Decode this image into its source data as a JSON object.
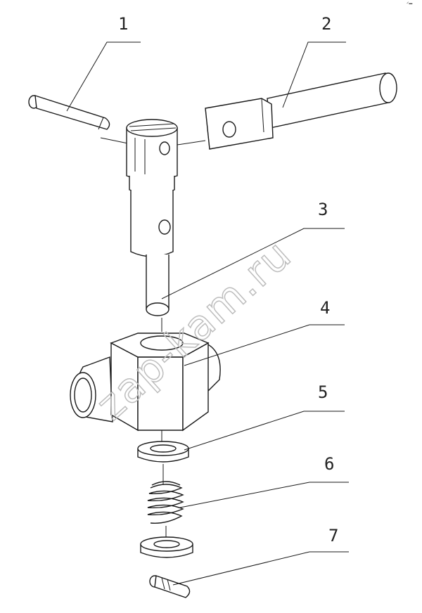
{
  "diagram": {
    "callouts": [
      {
        "id": "1",
        "label": "1"
      },
      {
        "id": "2",
        "label": "2"
      },
      {
        "id": "3",
        "label": "3"
      },
      {
        "id": "4",
        "label": "4"
      },
      {
        "id": "5",
        "label": "5"
      },
      {
        "id": "6",
        "label": "6"
      },
      {
        "id": "7",
        "label": "7"
      }
    ],
    "watermark": "zap-kam.ru",
    "corner_mark": "ᐟ━"
  }
}
